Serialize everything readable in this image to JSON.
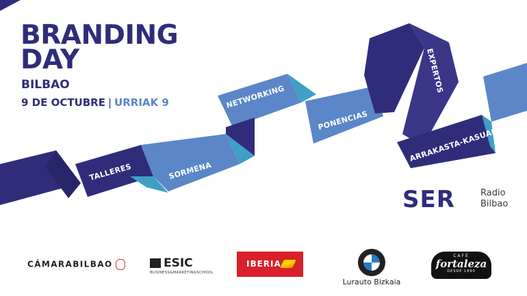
{
  "event": {
    "title_line1": "BRANDING",
    "title_line2": "DAY",
    "city": "BILBAO",
    "date_es": "9 DE OCTUBRE",
    "date_separator": "|",
    "date_eu": "URRIAK 9"
  },
  "ribbon": {
    "labels": [
      "TALLERES",
      "SORMENA",
      "NETWORKING",
      "PONENCIAS",
      "EXPERTOS",
      "ARRAKASTA-KASUAK"
    ],
    "colors": {
      "dark": "#2f2d7a",
      "light": "#5b86c8",
      "fold": "#3f9fc5"
    }
  },
  "radio": {
    "brand": "SER",
    "name_line1": "Radio",
    "name_line2": "Bilbao"
  },
  "sponsors": {
    "camara": "CÁMARABILBAO",
    "esic": "ESIC",
    "esic_sub": "BUSINESS&MARKETINGSCHOOL",
    "iberia": "IBERIA",
    "bmw_badge": "BMW",
    "bmw_dealer": "Lurauto Bizkaia",
    "fortaleza_top": "CAFÉ",
    "fortaleza_name": "fortaleza",
    "fortaleza_since": "DESDE 1890"
  },
  "colors": {
    "brand_dark": "#2f2d7a",
    "brand_light": "#5b86c8",
    "iberia_red": "#d8212a"
  }
}
